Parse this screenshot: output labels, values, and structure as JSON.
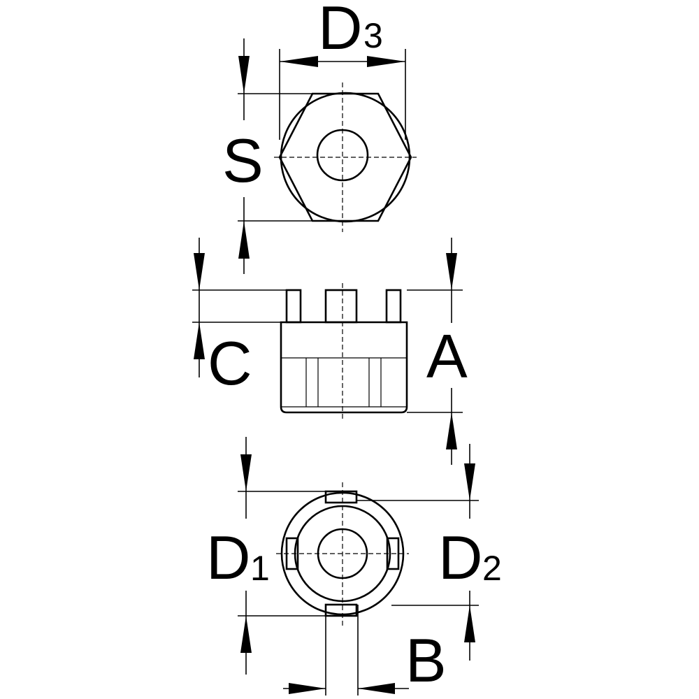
{
  "labels": {
    "d3": {
      "main": "D",
      "sub": "3"
    },
    "s": "S",
    "c": "C",
    "a": "A",
    "d1": {
      "main": "D",
      "sub": "1"
    },
    "d2": {
      "main": "D",
      "sub": "2"
    },
    "b": "B"
  }
}
